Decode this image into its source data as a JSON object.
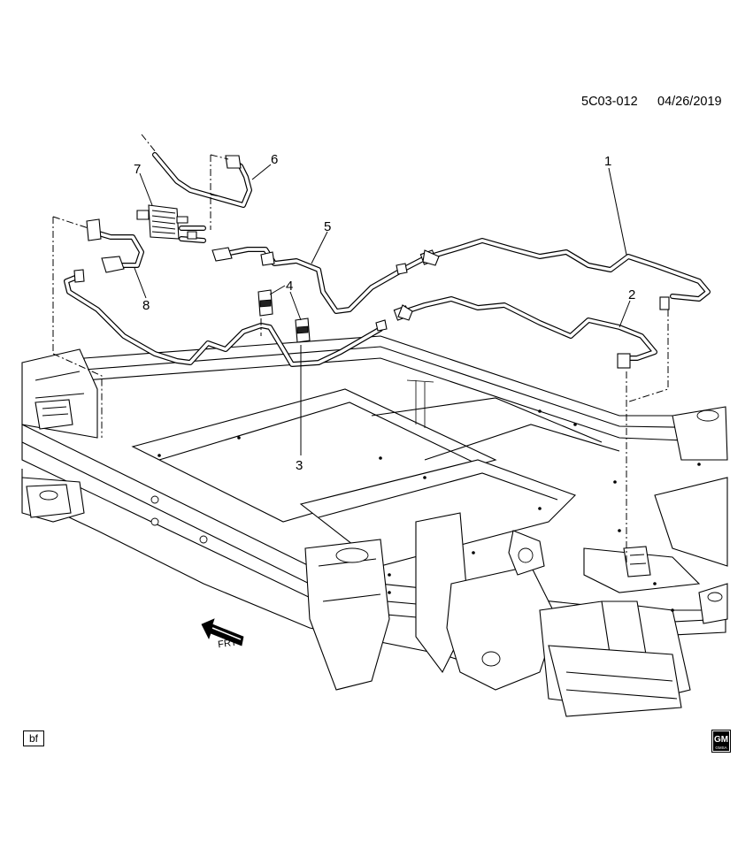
{
  "reference": {
    "code": "5C03-012",
    "date": "04/26/2019"
  },
  "callouts": [
    {
      "label": "1"
    },
    {
      "label": "2"
    },
    {
      "label": "3"
    },
    {
      "label": "4"
    },
    {
      "label": "5"
    },
    {
      "label": "6"
    },
    {
      "label": "7"
    },
    {
      "label": "8"
    }
  ],
  "direction_indicator": {
    "label": "FRT"
  },
  "corner_badge": {
    "label": "bf"
  },
  "logo": {
    "top": "GM",
    "bottom": "GMSA"
  },
  "colors": {
    "line": "#000000",
    "background": "#ffffff"
  }
}
